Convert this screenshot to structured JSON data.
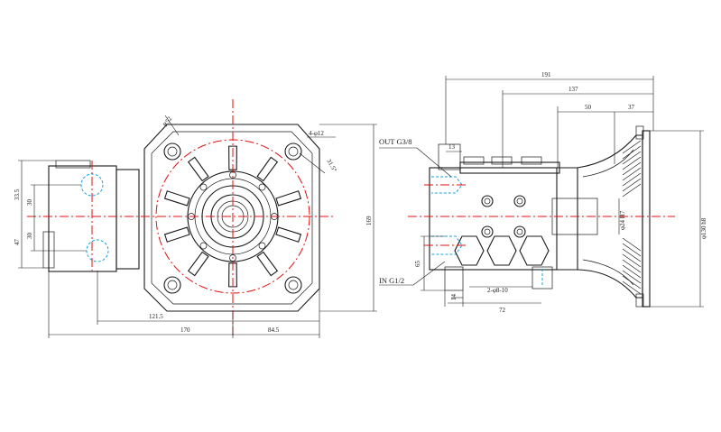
{
  "labels": {
    "outlet": "OUT G3/8",
    "inlet": "IN G1/2"
  },
  "dimensions": {
    "front_total_width": "170",
    "front_right_offset": "84.5",
    "front_port_offset": "121.5",
    "front_height": "169",
    "front_upper_port": "33.5",
    "front_upper_30": "30",
    "front_lower_30": "30",
    "front_lower_47": "47",
    "front_radius": "R52",
    "front_chamfer": "4-φ12",
    "front_angle": "31.5°",
    "side_total_length": "191",
    "side_137": "137",
    "side_50": "50",
    "side_37": "37",
    "side_13": "13",
    "side_65": "65",
    "side_72": "72",
    "side_14": "14",
    "side_shaft": "2-φ8-10",
    "side_flange_dia": "φ130 h8",
    "side_bore_dia": "φ24 H7"
  },
  "colors": {
    "centerline": "#e01010",
    "port_hidden": "#1aa0e0",
    "outline": "#1a1a1a"
  }
}
